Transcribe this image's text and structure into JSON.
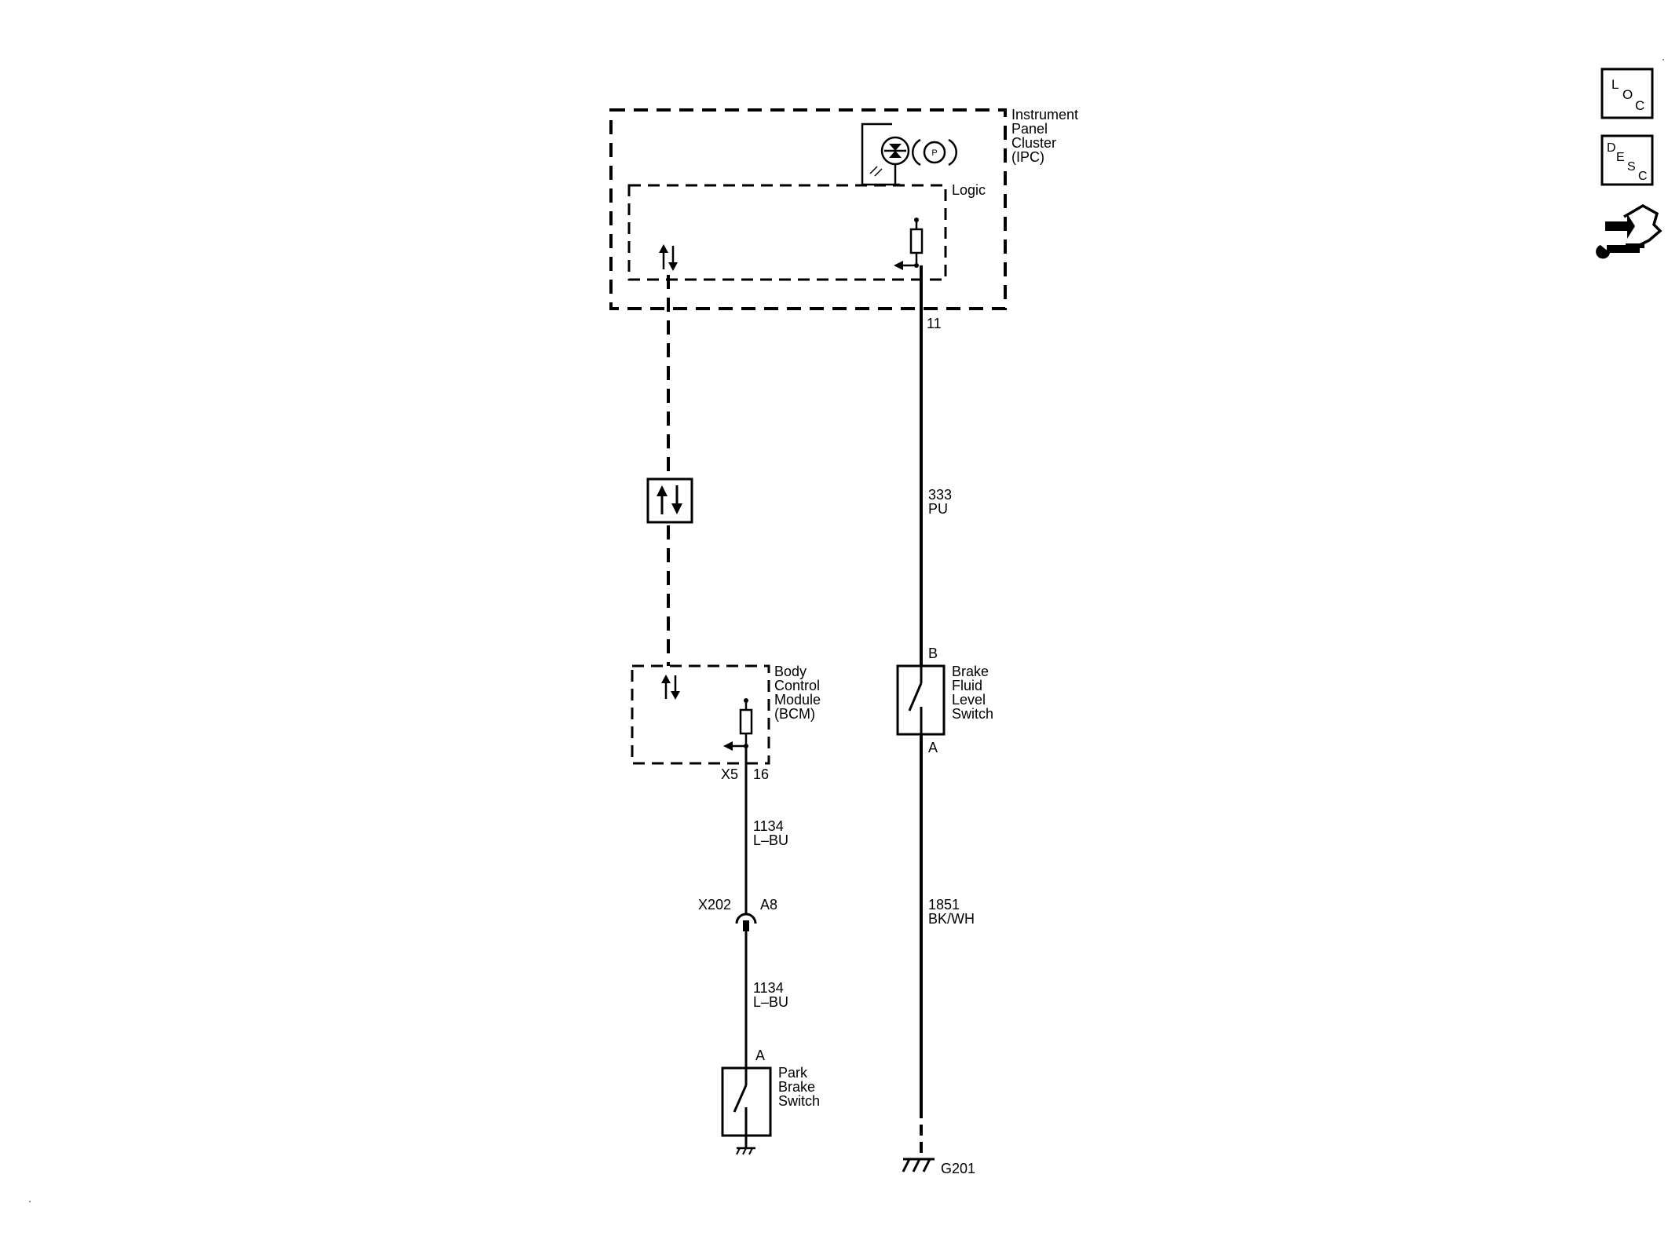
{
  "ipc": {
    "line1": "Instrument",
    "line2": "Panel",
    "line3": "Cluster",
    "line4": "(IPC)",
    "logic": "Logic",
    "pin": "11",
    "p_symbol": "P"
  },
  "wire_333": {
    "circuit": "333",
    "color": "PU"
  },
  "brake_fluid_switch": {
    "line1": "Brake",
    "line2": "Fluid",
    "line3": "Level",
    "line4": "Switch",
    "pin_top": "B",
    "pin_bottom": "A"
  },
  "wire_1851": {
    "circuit": "1851",
    "color": "BK/WH"
  },
  "ground": {
    "name": "G201"
  },
  "bcm": {
    "line1": "Body",
    "line2": "Control",
    "line3": "Module",
    "line4": "(BCM)",
    "connector": "X5",
    "pin": "16"
  },
  "wire_1134_upper": {
    "circuit": "1134",
    "color": "L–BU"
  },
  "inline_connector": {
    "name": "X202",
    "pin": "A8"
  },
  "wire_1134_lower": {
    "circuit": "1134",
    "color": "L–BU"
  },
  "park_brake_switch": {
    "line1": "Park",
    "line2": "Brake",
    "line3": "Switch",
    "pin_top": "A"
  },
  "side_icons": {
    "loc": {
      "a": "L",
      "b": "O",
      "c": "C"
    },
    "desc": {
      "a": "D",
      "b": "E",
      "c": "S",
      "d": "C"
    }
  },
  "colors": {
    "ink": "#000000",
    "background": "#ffffff"
  }
}
